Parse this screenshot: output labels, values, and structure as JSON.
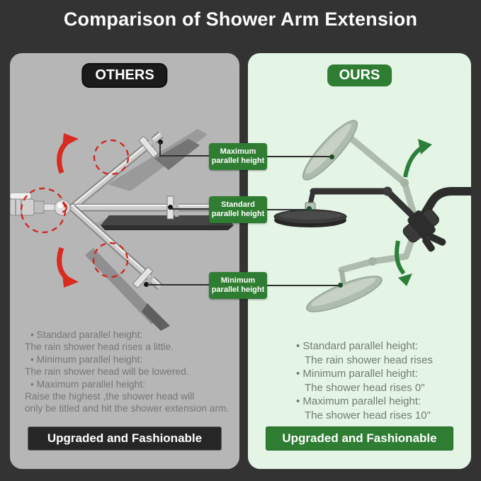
{
  "title": "Comparison of Shower Arm Extension",
  "left_panel": {
    "badge": "OTHERS",
    "lines": [
      "• Standard parallel height:",
      "The rain shower head rises a little.",
      "• Minimum parallel height:",
      "The rain shower head will be lowered.",
      "• Maximum parallel height:",
      "Raise the highest ,the shower head will",
      "only be titled and hit the shower extension arm."
    ],
    "footer": "Upgraded and Fashionable"
  },
  "right_panel": {
    "badge": "OURS",
    "lines": [
      "• Standard parallel height:",
      "The rain shower head rises",
      "• Minimum parallel height:",
      "The shower head rises 0\"",
      "• Maximum parallel height:",
      "The shower head rises 10\""
    ],
    "footer": "Upgraded and Fashionable"
  },
  "callouts": [
    {
      "line1": "Maximum",
      "line2": "parallel height"
    },
    {
      "line1": "Standard",
      "line2": "parallel height"
    },
    {
      "line1": "Minimum",
      "line2": "parallel height"
    }
  ],
  "colors": {
    "background": "#333333",
    "panel_others": "#b6b6b6",
    "panel_ours": "#e4f4e5",
    "accent_green": "#2e7d33",
    "badge_dark": "#1b1b1b",
    "warning_red": "#d92b1f",
    "note_text": "#767676"
  }
}
